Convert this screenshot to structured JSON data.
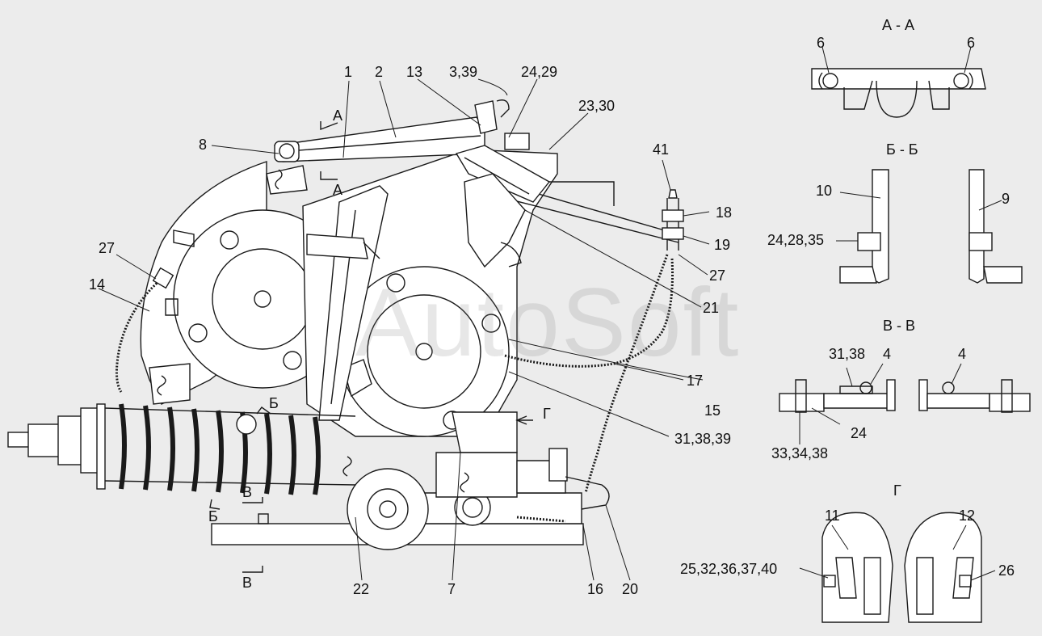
{
  "watermark": "AutoSoft",
  "section_titles": {
    "aa": "А - А",
    "bb": "Б - Б",
    "vv": "В - В",
    "g": "Г"
  },
  "markers": {
    "a_top": "А",
    "a_bottom": "А",
    "b_top": "Б",
    "b_bottom": "Б",
    "v_top": "В",
    "v_bottom": "В",
    "g_arrow": "Г"
  },
  "main_callouts": {
    "c1": "1",
    "c2": "2",
    "c13": "13",
    "c3_39": "3,39",
    "c24_29": "24,29",
    "c23_30": "23,30",
    "c8": "8",
    "c41": "41",
    "c18": "18",
    "c19": "19",
    "c27_right": "27",
    "c27_left": "27",
    "c14": "14",
    "c21": "21",
    "c17": "17",
    "c15": "15",
    "c31_38_39": "31,38,39",
    "c22": "22",
    "c7": "7",
    "c16": "16",
    "c20": "20"
  },
  "aa_callouts": {
    "left": "6",
    "right": "6"
  },
  "bb_callouts": {
    "c10": "10",
    "c9": "9",
    "c24_28_35": "24,28,35"
  },
  "vv_callouts": {
    "c31_38": "31,38",
    "c4_left": "4",
    "c4_right": "4",
    "c24": "24",
    "c33_34_38": "33,34,38"
  },
  "g_callouts": {
    "c11": "11",
    "c12": "12",
    "c25_32_36_37_40": "25,32,36,37,40",
    "c26": "26"
  }
}
